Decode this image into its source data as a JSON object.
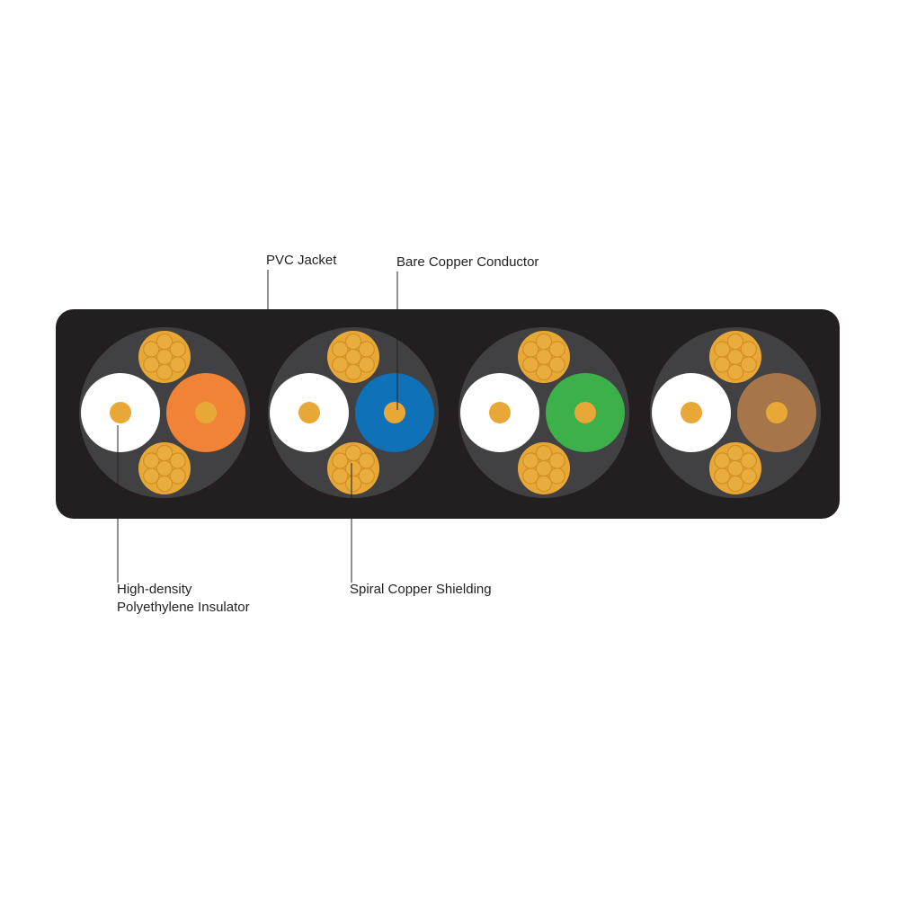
{
  "colors": {
    "background": "#ffffff",
    "jacket": "#231f20",
    "pair_bundle": "#414042",
    "copper": "#e8a838",
    "copper_strand": "#e9ac3f",
    "copper_strand_edge": "#d38f20",
    "white_insulator": "#ffffff",
    "leader_line": "#231f20"
  },
  "pairs": [
    {
      "name": "orange",
      "color": "#f08336"
    },
    {
      "name": "blue",
      "color": "#0f71b8"
    },
    {
      "name": "green",
      "color": "#3cb049"
    },
    {
      "name": "brown",
      "color": "#a6764a"
    }
  ],
  "labels": {
    "pvc_jacket": "PVC Jacket",
    "bare_copper_conductor": "Bare Copper Conductor",
    "insulator_line1": "High-density",
    "insulator_line2": "Polyethylene Insulator",
    "spiral_shielding": "Spiral Copper Shielding"
  }
}
